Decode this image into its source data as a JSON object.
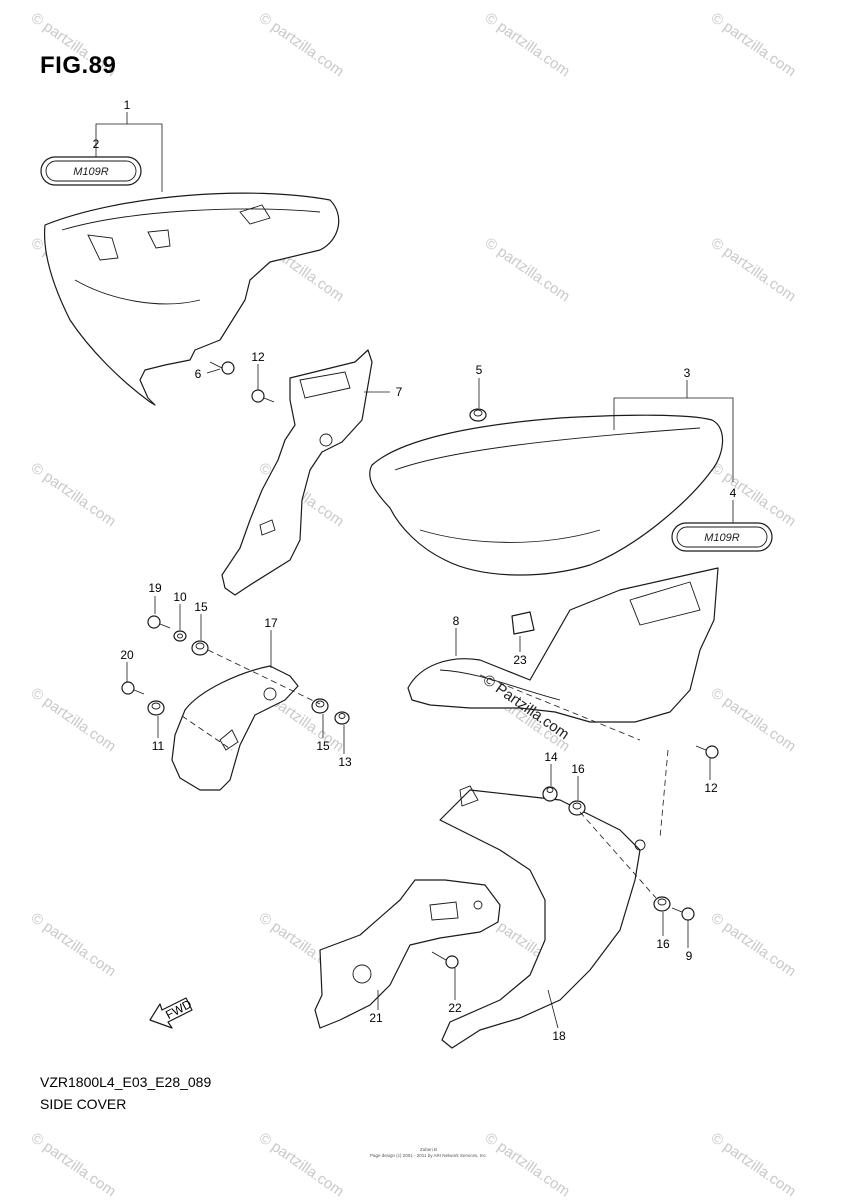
{
  "figure": {
    "title": "FIG.89",
    "model_code": "VZR1800L4_E03_E28_089",
    "section_title": "SIDE COVER",
    "credit_line_1": "Zuberi B",
    "credit_line_2": "Page design (c) 2001 - 2011 by ARI Network Services, Inc."
  },
  "watermark": {
    "text": "© partzilla.com",
    "overlay_text": "© Partzilla.com"
  },
  "emblem": {
    "text": "M109R"
  },
  "front_marker": {
    "text": "FWD"
  },
  "callouts": [
    {
      "id": "c1",
      "label": "1"
    },
    {
      "id": "c2",
      "label": "2"
    },
    {
      "id": "c3",
      "label": "3"
    },
    {
      "id": "c4",
      "label": "4"
    },
    {
      "id": "c5",
      "label": "5"
    },
    {
      "id": "c6",
      "label": "6"
    },
    {
      "id": "c7",
      "label": "7"
    },
    {
      "id": "c8",
      "label": "8"
    },
    {
      "id": "c9",
      "label": "9"
    },
    {
      "id": "c10",
      "label": "10"
    },
    {
      "id": "c11",
      "label": "11"
    },
    {
      "id": "c12a",
      "label": "12"
    },
    {
      "id": "c12b",
      "label": "12"
    },
    {
      "id": "c13",
      "label": "13"
    },
    {
      "id": "c14",
      "label": "14"
    },
    {
      "id": "c15a",
      "label": "15"
    },
    {
      "id": "c15b",
      "label": "15"
    },
    {
      "id": "c16a",
      "label": "16"
    },
    {
      "id": "c16b",
      "label": "16"
    },
    {
      "id": "c17",
      "label": "17"
    },
    {
      "id": "c18",
      "label": "18"
    },
    {
      "id": "c19",
      "label": "19"
    },
    {
      "id": "c20",
      "label": "20"
    },
    {
      "id": "c21",
      "label": "21"
    },
    {
      "id": "c22",
      "label": "22"
    },
    {
      "id": "c23",
      "label": "23"
    }
  ]
}
